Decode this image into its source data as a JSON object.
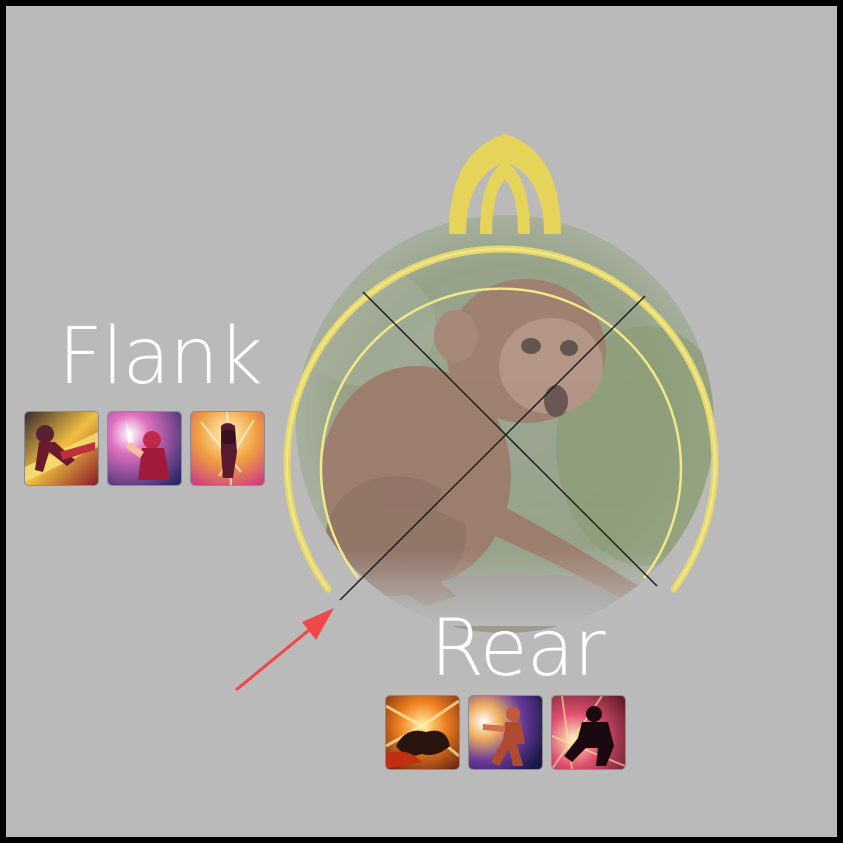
{
  "positions": {
    "flank": {
      "label": "Flank",
      "skills": [
        {
          "icon": "flying-kick-skill-icon"
        },
        {
          "icon": "palm-strike-skill-icon"
        },
        {
          "icon": "rising-fist-skill-icon"
        }
      ]
    },
    "rear": {
      "label": "Rear",
      "skills": [
        {
          "icon": "fist-burst-skill-icon"
        },
        {
          "icon": "energy-punch-skill-icon"
        },
        {
          "icon": "shadow-strike-skill-icon"
        }
      ]
    }
  },
  "target": {
    "portrait": "monkey-target-portrait",
    "ring_color": "#e6d86a",
    "indicator_color": "#e6d35a"
  },
  "pointer": {
    "icon": "red-arrow-icon",
    "color": "#f04848"
  }
}
